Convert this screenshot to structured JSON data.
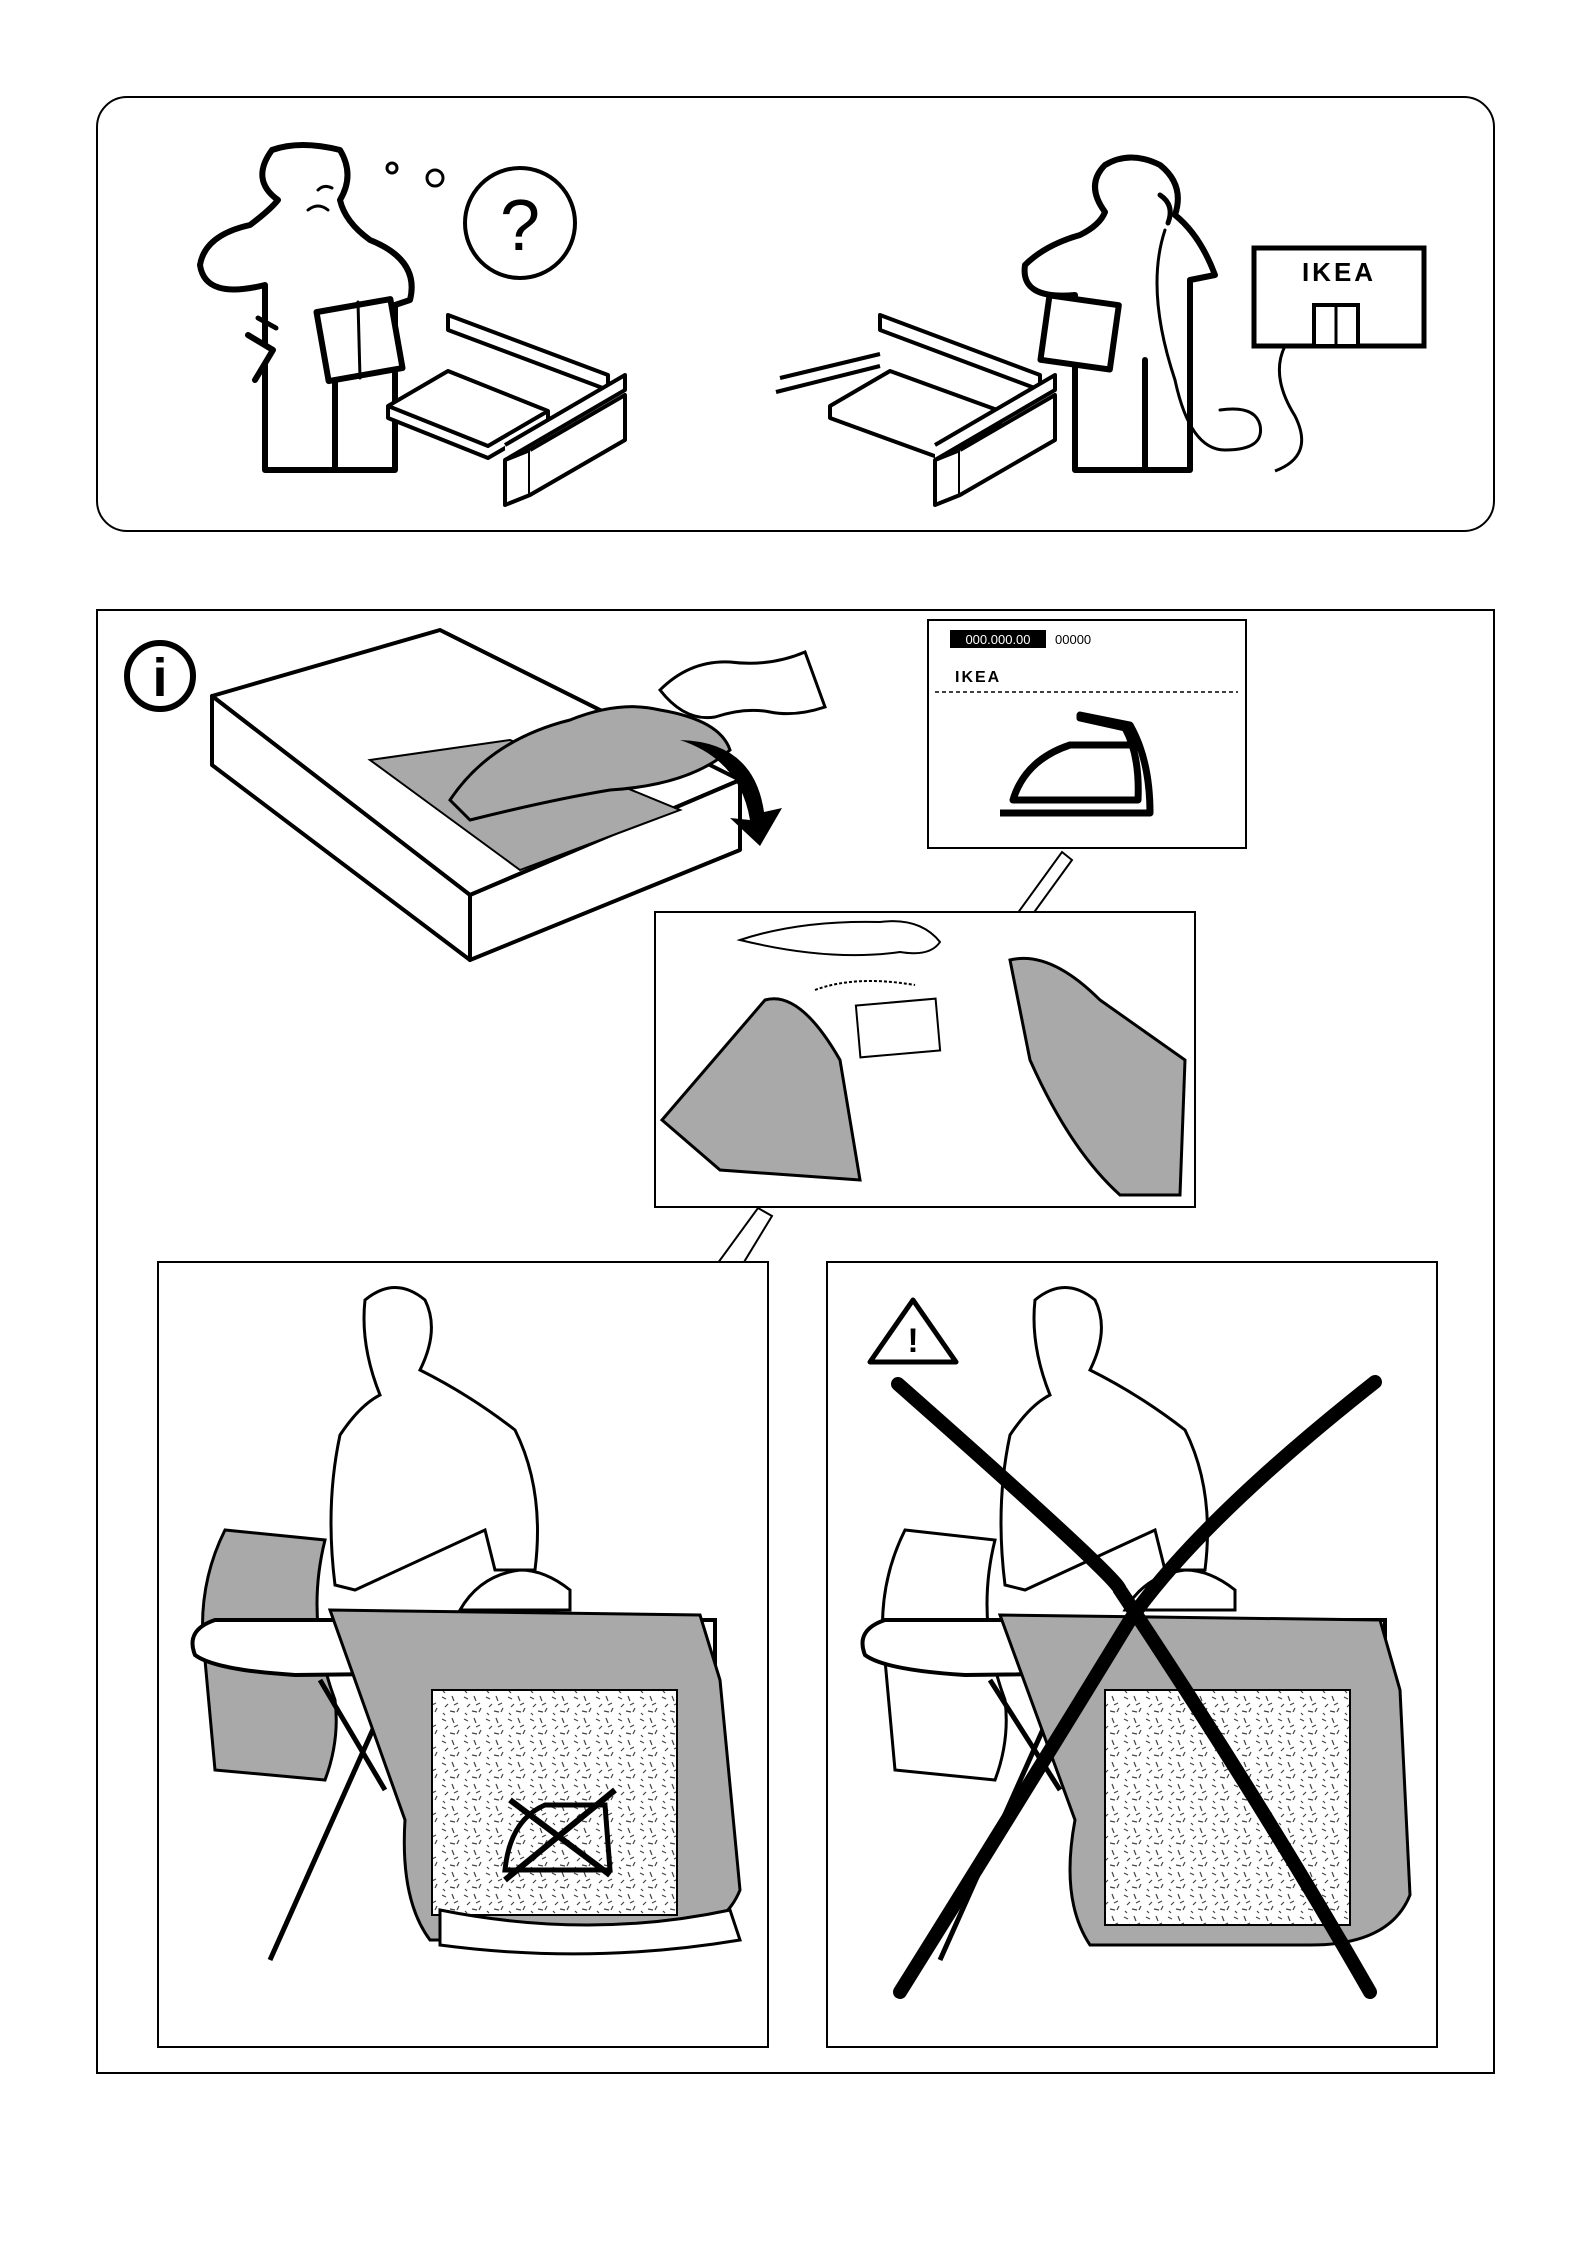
{
  "top_panel": {
    "question_symbol": "?",
    "store_sign": "IKEA"
  },
  "info_section": {
    "info_symbol": "i",
    "care_label": {
      "article_number": "000.000.00",
      "supplier_code": "00000",
      "brand": "IKEA",
      "care_symbol": "iron-icon"
    },
    "warning_symbol": "!"
  },
  "colors": {
    "line": "#000000",
    "fabric": "#a9a9a9",
    "background": "#ffffff"
  }
}
